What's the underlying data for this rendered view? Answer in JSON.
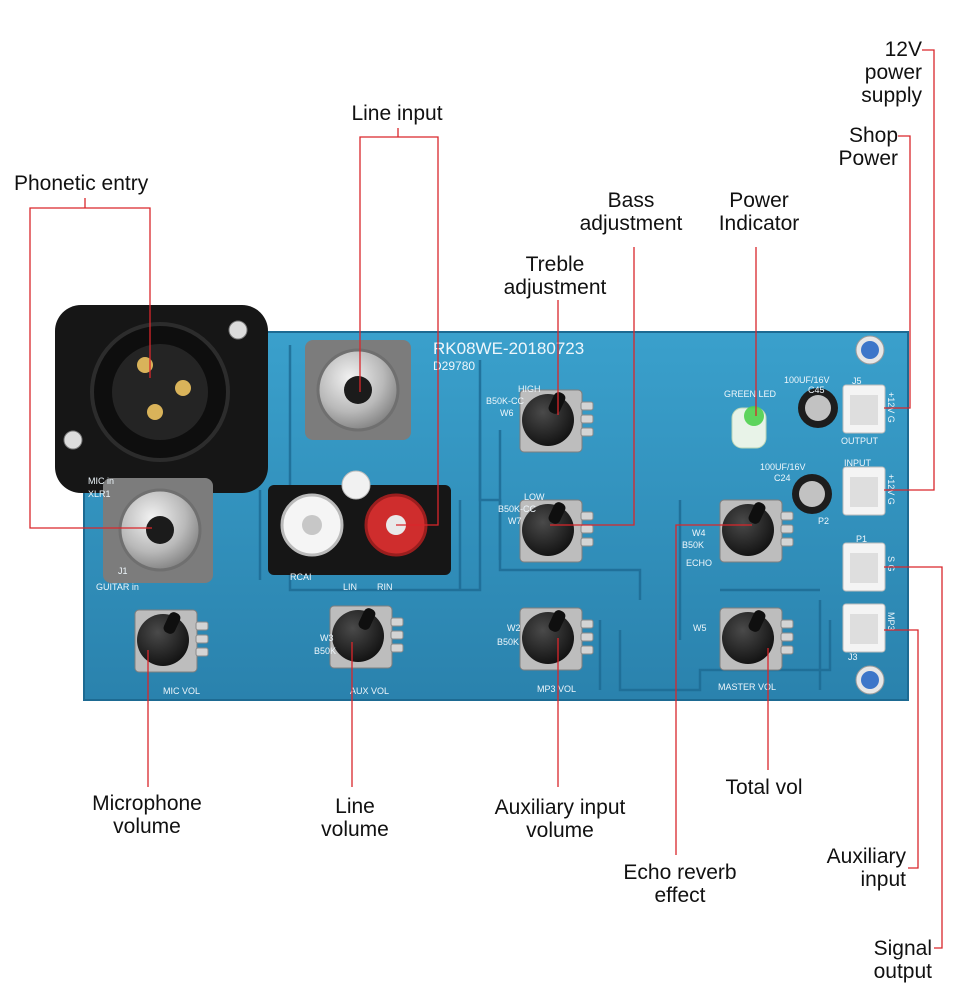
{
  "labels": {
    "power_supply": "12V power supply",
    "shop_power": "Shop Power",
    "line_input": "Line input",
    "phonetic_entry": "Phonetic entry",
    "bass_adjustment": "Bass\nadjustment",
    "power_indicator": "Power\nIndicator",
    "treble_adjustment": "Treble\nadjustment",
    "microphone_volume": "Microphone\nvolume",
    "line_volume": "Line\nvolume",
    "aux_input_volume": "Auxiliary input\nvolume",
    "total_vol": "Total vol",
    "echo_reverb": "Echo reverb\neffect",
    "aux_input": "Auxiliary\ninput",
    "signal_output": "Signal output"
  },
  "board": {
    "model": "RK08WE-20180723",
    "code": "D29780",
    "mic_in": "MIC in",
    "xlr": "XLR1",
    "j1": "J1",
    "guitar_in": "GUITAR in",
    "high": "HIGH",
    "b50k_cc": "B50K-CC",
    "w6": "W6",
    "low": "LOW",
    "w7": "W7",
    "w4": "W4",
    "b50k": "B50K",
    "echo": "ECHO",
    "w2": "W2",
    "mp3_vol": "MP3  VOL",
    "w5": "W5",
    "master_vol": "MASTER VOL",
    "mic_vol": "MIC VOL",
    "aux_vol": "AUX VOL",
    "rcai": "RCAI",
    "lin": "LIN",
    "rin": "RIN",
    "green_led": "GREEN\nLED",
    "cap_spec": "100UF/16V",
    "c45": "C45",
    "c24": "C24",
    "j5": "J5",
    "output": "OUTPUT",
    "input": "INPUT",
    "p1": "P1",
    "p2": "P2",
    "j3": "J3",
    "mp3": "MP3",
    "plus12v_g": "+12V  G",
    "s_g": "S  G",
    "w3": "W3"
  },
  "colors": {
    "board": "#2f8fbd",
    "board_dark": "#1f6e96",
    "leader": "#d9262b",
    "metal": "#c9c9c9",
    "knob": "#1b1b1b"
  }
}
